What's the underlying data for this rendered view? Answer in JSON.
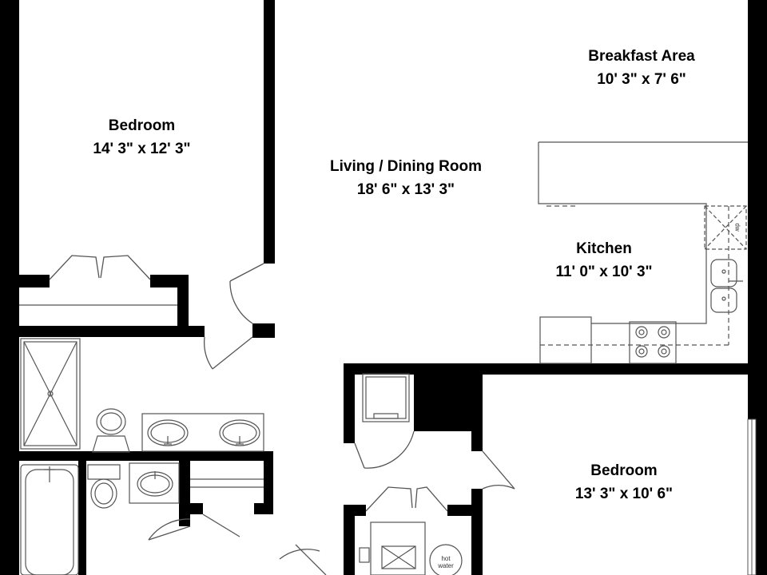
{
  "rooms": {
    "bedroom_1": {
      "name": "Bedroom",
      "dims": "14' 3\" x 12' 3\""
    },
    "living_dining": {
      "name": "Living / Dining Room",
      "dims": "18' 6\" x 13' 3\""
    },
    "breakfast": {
      "name": "Breakfast Area",
      "dims": "10' 3\" x 7' 6\""
    },
    "kitchen": {
      "name": "Kitchen",
      "dims": "11' 0\" x 10' 3\""
    },
    "bedroom_2": {
      "name": "Bedroom",
      "dims": "13' 3\" x 10' 6\""
    }
  },
  "fixtures": {
    "dishwasher_label": "dw",
    "water_heater_label_1": "hot",
    "water_heater_label_2": "water"
  },
  "colors": {
    "wall": "#000000",
    "line": "#555555",
    "background": "#ffffff"
  }
}
